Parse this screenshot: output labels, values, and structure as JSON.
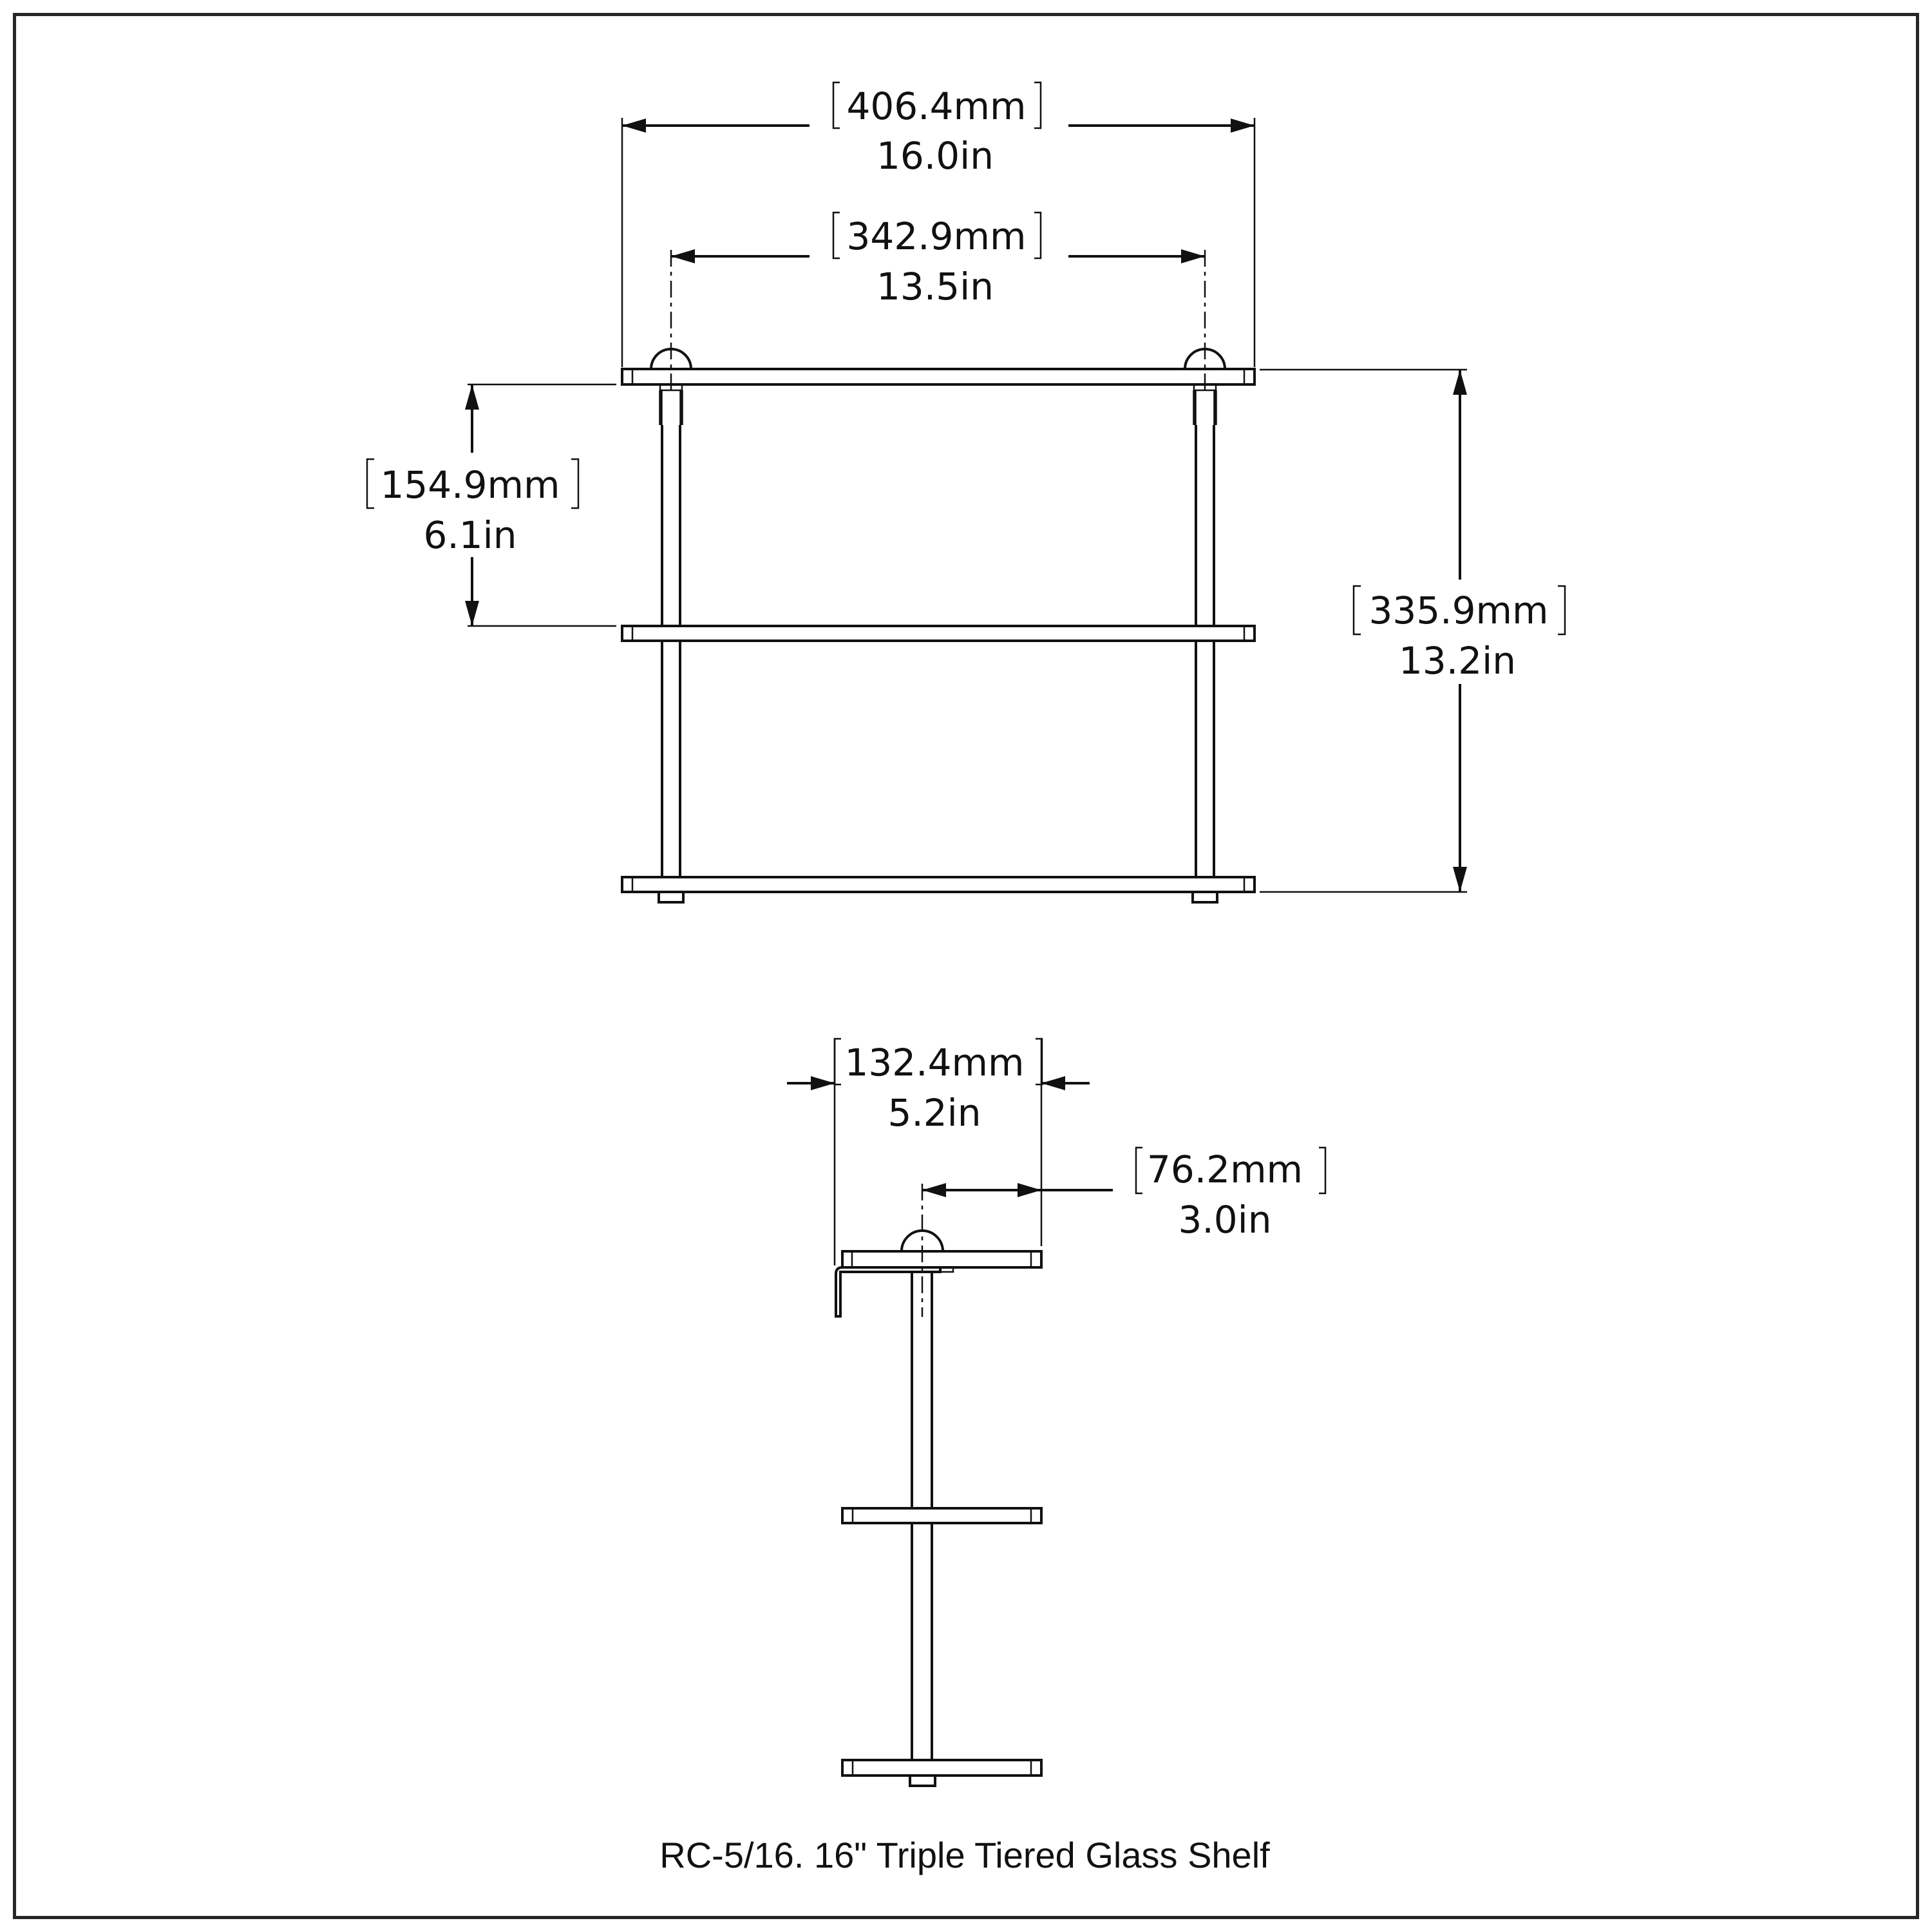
{
  "drawing": {
    "title": "RC-5/16. 16\" Triple Tiered Glass Shelf",
    "line_color": "#111111",
    "border_color": "#262626",
    "background": "#ffffff"
  },
  "front_view": {
    "overall_width": {
      "mm": "406.4mm",
      "in": "16.0in"
    },
    "mount_spacing": {
      "mm": "342.9mm",
      "in": "13.5in"
    },
    "tier_spacing": {
      "mm": "154.9mm",
      "in": "6.1in"
    },
    "overall_height": {
      "mm": "335.9mm",
      "in": "13.2in"
    },
    "shelf_count": 3
  },
  "side_view": {
    "overall_depth": {
      "mm": "132.4mm",
      "in": "5.2in"
    },
    "rod_to_front": {
      "mm": "76.2mm",
      "in": "3.0in"
    },
    "shelf_count": 3
  }
}
